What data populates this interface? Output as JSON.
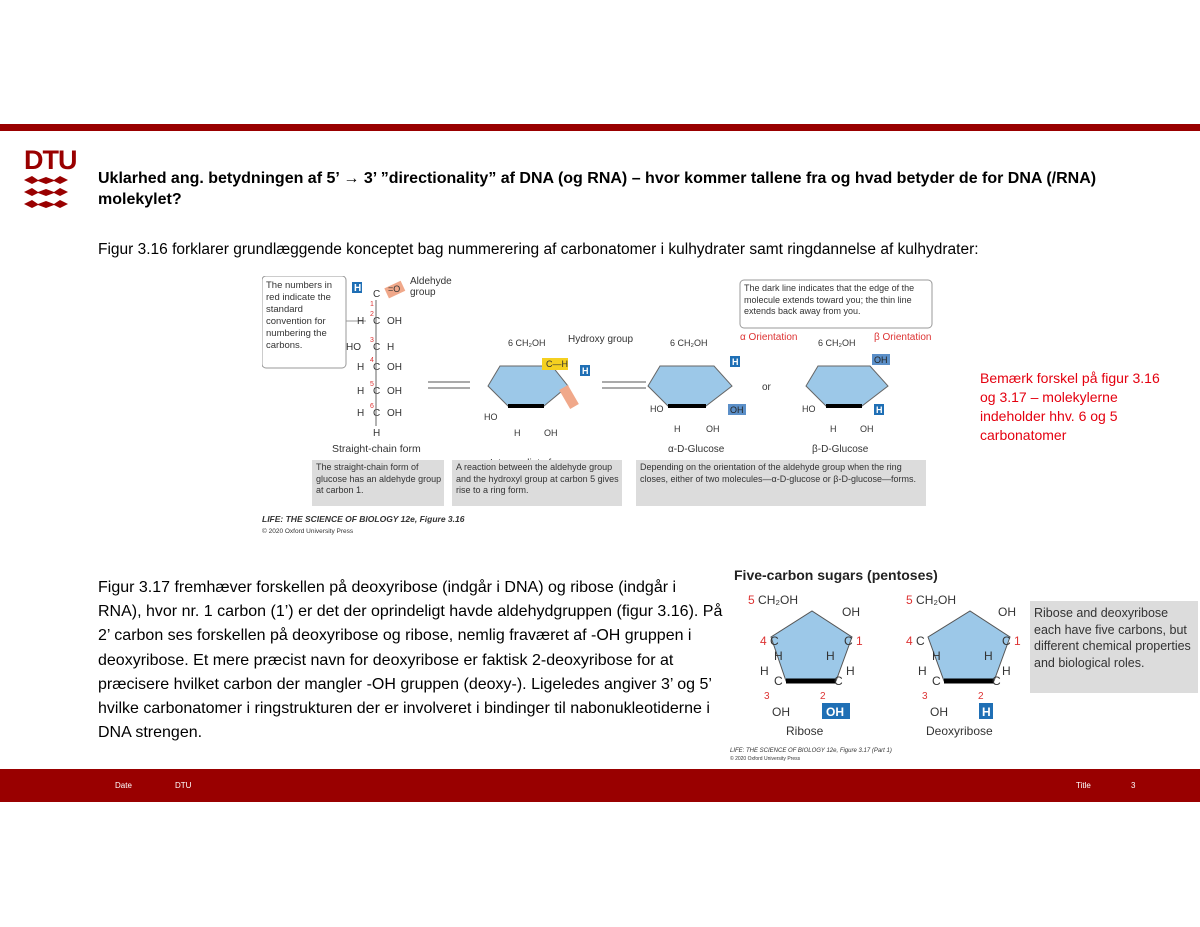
{
  "logo": {
    "text": "DTU"
  },
  "slide": {
    "title": "Uklarhed ang. betydningen af 5’ → 3’ ”directionality” af DNA (og RNA) – hvor kommer tallene fra og hvad betyder de for DNA (/RNA) molekylet?",
    "intro": "Figur 3.16 forklarer grundlæggende konceptet bag nummerering af carbonatomer i kulhydrater samt ringdannelse af kulhydrater:",
    "body": "Figur 3.17 fremhæver forskellen på deoxyribose (indgår i DNA) og ribose (indgår i RNA), hvor nr. 1 carbon (1’) er det der oprindeligt havde aldehydgruppen (figur 3.16). På 2’ carbon ses forskellen på deoxyribose og ribose, nemlig fraværet af -OH gruppen i deoxyribose. Et mere præcist navn for deoxyribose er faktisk 2-deoxyribose for at præcisere hvilket carbon der mangler -OH gruppen (deoxy-). Ligeledes angiver 3’ og 5’ hvilke carbonatomer i ringstrukturen der er involveret i bindinger til nabonukleotiderne i DNA strengen.",
    "note": "Bemærk forskel på figur 3.16 og 3.17 – molekylerne indeholder hhv. 6 og 5 carbonatomer"
  },
  "fig316": {
    "callout_numbers": "The numbers in red indicate the standard convention for numbering the carbons.",
    "aldehyde_label": "Aldehyde group",
    "hydroxy_label": "Hydroxy group",
    "dark_line_note": "The dark line indicates that the edge of the molecule extends toward you; the thin line extends back away from you.",
    "alpha_orientation": "α Orientation",
    "beta_orientation": "β Orientation",
    "or_label": "or",
    "straight_chain_label": "Straight-chain form",
    "intermediate_label": "Intermediate form",
    "alpha_label": "α-D-Glucose",
    "beta_label": "β-D-Glucose",
    "caption_straight": "The straight-chain form of glucose has an aldehyde group at carbon 1.",
    "caption_intermediate": "A reaction between the aldehyde group and the hydroxyl group at carbon 5 gives rise to a ring form.",
    "caption_ring": "Depending on the orientation of the aldehyde group when the ring closes, either of two molecules—α-D-glucose or β-D-glucose—forms.",
    "credit_line1": "LIFE: THE SCIENCE OF BIOLOGY 12e, Figure 3.16",
    "credit_line2": "© 2020 Oxford University Press"
  },
  "fig317": {
    "heading": "Five-carbon sugars (pentoses)",
    "ribose_label": "Ribose",
    "deoxyribose_label": "Deoxyribose",
    "side_note": "Ribose and deoxyribose each have five carbons, but different chemical properties and biological roles.",
    "credit_line1": "LIFE: THE SCIENCE OF BIOLOGY 12e, Figure 3.17 (Part 1)",
    "credit_line2": "© 2020 Oxford University Press"
  },
  "footer": {
    "date": "Date",
    "org": "DTU",
    "title": "Title",
    "page": "3"
  },
  "colors": {
    "dtu_red": "#990000",
    "note_red": "#e4000f",
    "ring_blue": "#9cc8e8",
    "highlight_blue": "#1f6fb5",
    "caption_gray": "#dcdcdc"
  }
}
